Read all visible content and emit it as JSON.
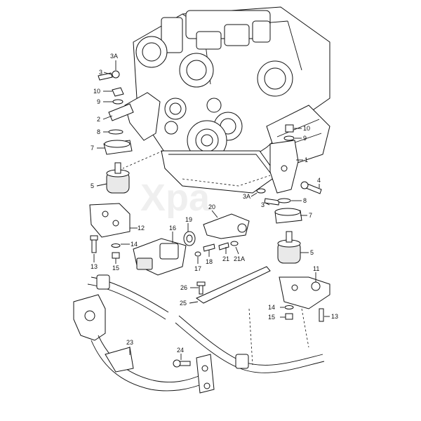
{
  "watermark": "Xpa",
  "callouts": {
    "c3A_left": "3A",
    "c3_left": "3",
    "c10_left": "10",
    "c9_left": "9",
    "c2": "2",
    "c8_left": "8",
    "c7_left": "7",
    "c5_left": "5",
    "c12": "12",
    "c14_left": "14",
    "c13_left": "13",
    "c15_left": "15",
    "c16": "16",
    "c19": "19",
    "c20": "20",
    "c17": "17",
    "c18": "18",
    "c21": "21",
    "c21A": "21A",
    "c26": "26",
    "c25": "25",
    "c23": "23",
    "c24": "24",
    "c10_right": "10",
    "c9_right": "9",
    "c1": "1",
    "c4": "4",
    "c3A_right": "3A",
    "c3_right": "3",
    "c8_right": "8",
    "c7_right": "7",
    "c5_right": "5",
    "c11": "11",
    "c14_right": "14",
    "c15_right": "15",
    "c13_right": "13"
  }
}
